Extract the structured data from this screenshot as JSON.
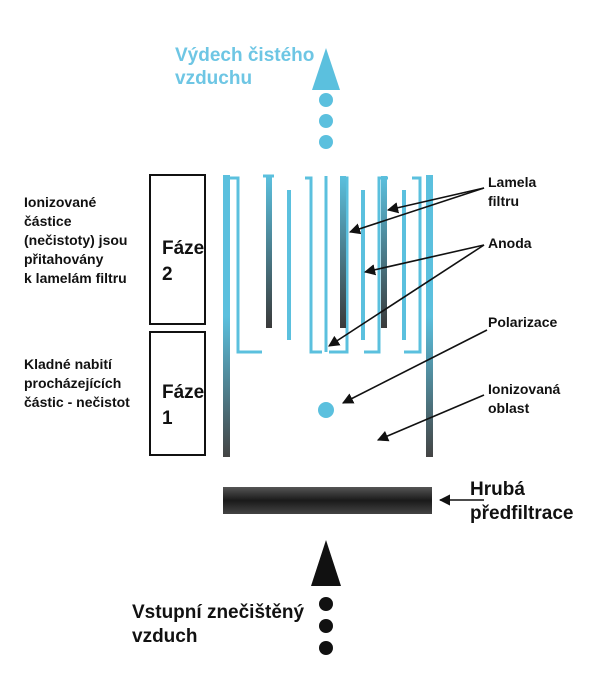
{
  "labels": {
    "outlet": "Výdech čistého\nvzduchu",
    "inlet": "Vstupní znečištěný\nvzduch",
    "phase2_desc": "Ionizované\nčástice\n(nečistoty) jsou\npřitahovány\nk lamelám filtru",
    "phase1_desc": "Kladné nabití\nprocházejících\nčástic - nečistot",
    "phase2": "Fáze\n2",
    "phase1": "Fáze\n1",
    "lamela": "Lamela\nfiltru",
    "anoda": "Anoda",
    "polarizace": "Polarizace",
    "ionizovana": "Ionizovaná\noblast",
    "prefilter": "Hrubá\npředfiltrace"
  },
  "colors": {
    "accent": "#5bc0de",
    "outlet_text": "#6ec6e4",
    "dark": "#111111",
    "prefilter_bar": "#2a2a2a"
  }
}
